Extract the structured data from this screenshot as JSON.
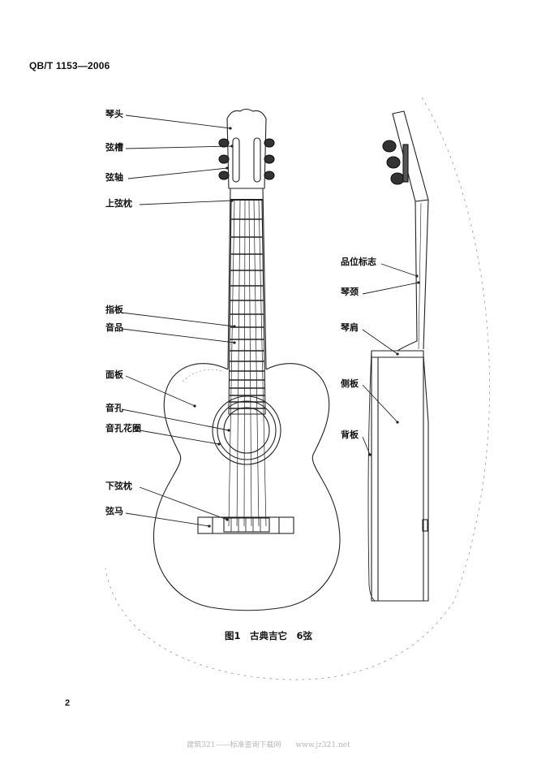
{
  "header": {
    "standard_code": "QB/T 1153—2006"
  },
  "figure": {
    "front_labels": {
      "headstock": "琴头",
      "string_slot": "弦槽",
      "string_shaft": "弦轴",
      "nut": "上弦枕",
      "fingerboard": "指板",
      "fret": "音品",
      "top_plate": "面板",
      "sound_hole": "音孔",
      "rosette": "音孔花圈",
      "saddle": "下弦枕",
      "bridge": "弦马"
    },
    "side_labels": {
      "position_marker": "品位标志",
      "neck": "琴颈",
      "shoulder": "琴肩",
      "side_plate": "侧板",
      "back_plate": "背板"
    },
    "caption": "图1　古典吉它　6弦"
  },
  "footer": {
    "page_number": "2",
    "watermark": "建筑321——标准查询下载网　　www.jz321.net"
  }
}
